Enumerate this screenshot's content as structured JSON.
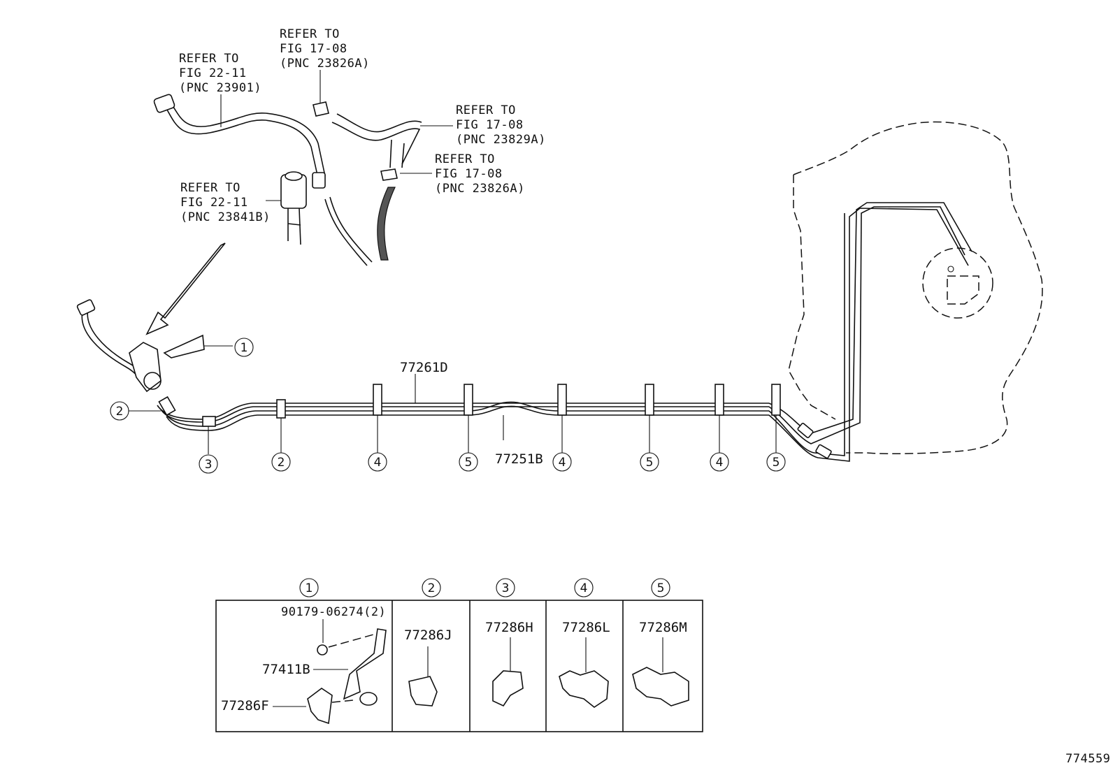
{
  "refs": [
    {
      "line1": "REFER TO",
      "line2": "FIG 22-11",
      "line3": "(PNC 23901)"
    },
    {
      "line1": "REFER TO",
      "line2": "FIG 17-08",
      "line3": "(PNC 23826A)"
    },
    {
      "line1": "REFER TO",
      "line2": "FIG 17-08",
      "line3": "(PNC 23829A)"
    },
    {
      "line1": "REFER TO",
      "line2": "FIG 17-08",
      "line3": "(PNC 23826A)"
    },
    {
      "line1": "REFER TO",
      "line2": "FIG 22-11",
      "line3": "(PNC 23841B)"
    }
  ],
  "main_parts": {
    "upper_pipe": "77261D",
    "lower_pipe": "77251B"
  },
  "callouts": {
    "c1": "1",
    "c2": "2",
    "c3": "3",
    "c4": "4",
    "c5": "5"
  },
  "table": {
    "headers": [
      "1",
      "2",
      "3",
      "4",
      "5"
    ],
    "cell1": {
      "bolt": "90179-06274(2)",
      "bracket": "77411B",
      "clamp": "77286F"
    },
    "cell2": "77286J",
    "cell3": "77286H",
    "cell4": "77286L",
    "cell5": "77286M"
  },
  "figure_id": "774559"
}
